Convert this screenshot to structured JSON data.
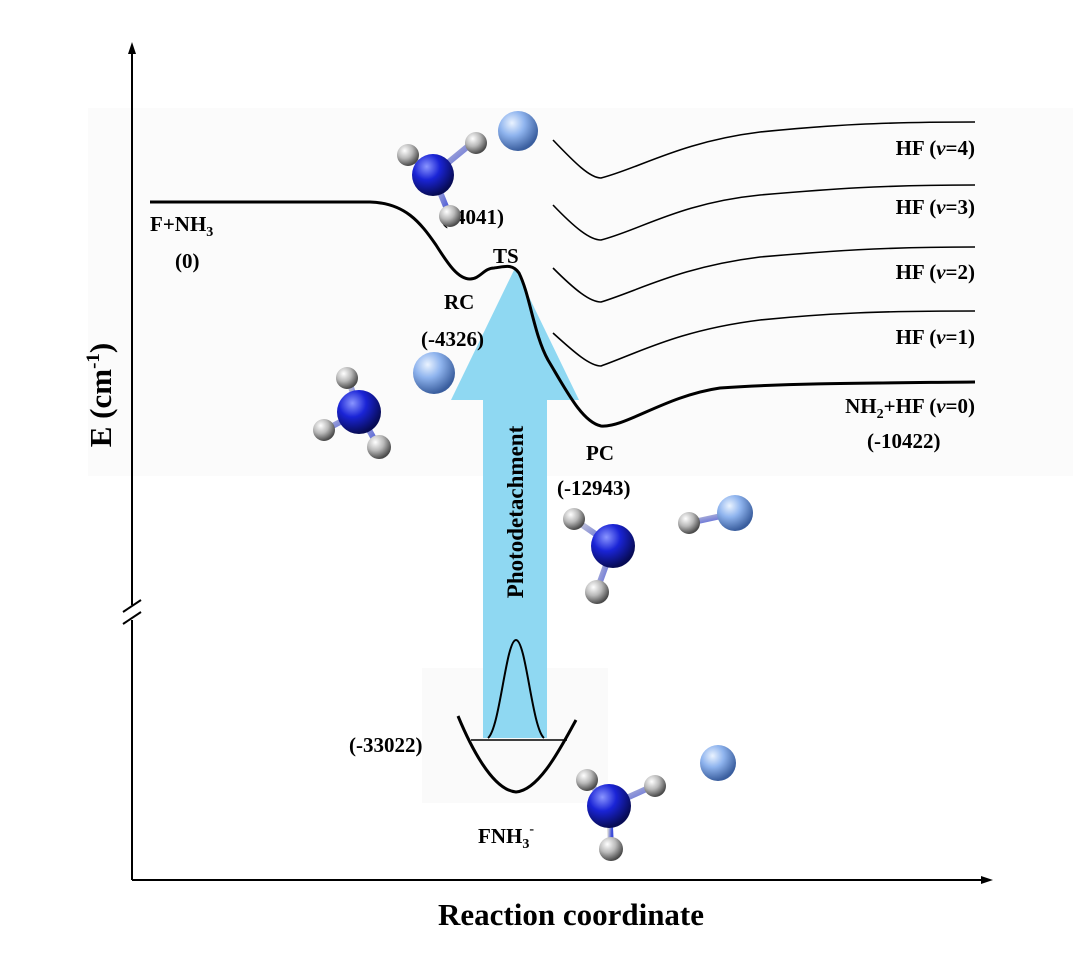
{
  "axes": {
    "x_title": "Reaction coordinate",
    "y_title_main": "E (cm",
    "y_title_sup": "-1",
    "y_title_close": ")"
  },
  "labels": {
    "reactant_line1_main": "F+NH",
    "reactant_line1_sub": "3",
    "reactant_value": "(0)",
    "ts_value": "(-4041)",
    "ts_name": "TS",
    "rc_name": "RC",
    "rc_value": "(-4326)",
    "pc_name": "PC",
    "pc_value": "(-12943)",
    "anion_value": "(-33022)",
    "anion_main": "FNH",
    "anion_sub": "3",
    "anion_sup": "-",
    "product_main1": "NH",
    "product_sub": "2",
    "product_main2": "+HF (",
    "product_v": "v",
    "product_tail": "=0)",
    "product_value": "(-10422)",
    "arrow_text": "Photodetachment"
  },
  "hf_levels": [
    {
      "prefix": "HF (",
      "v": "v",
      "suffix": "=4)"
    },
    {
      "prefix": "HF (",
      "v": "v",
      "suffix": "=3)"
    },
    {
      "prefix": "HF (",
      "v": "v",
      "suffix": "=2)"
    },
    {
      "prefix": "HF (",
      "v": "v",
      "suffix": "=1)"
    }
  ],
  "colors": {
    "arrow": "#8fd8f2",
    "curve": "#000000",
    "nitrogen": "#1a24d6",
    "hydrogen": "#cfcfcf",
    "fluorine": "#8fb4ee"
  }
}
